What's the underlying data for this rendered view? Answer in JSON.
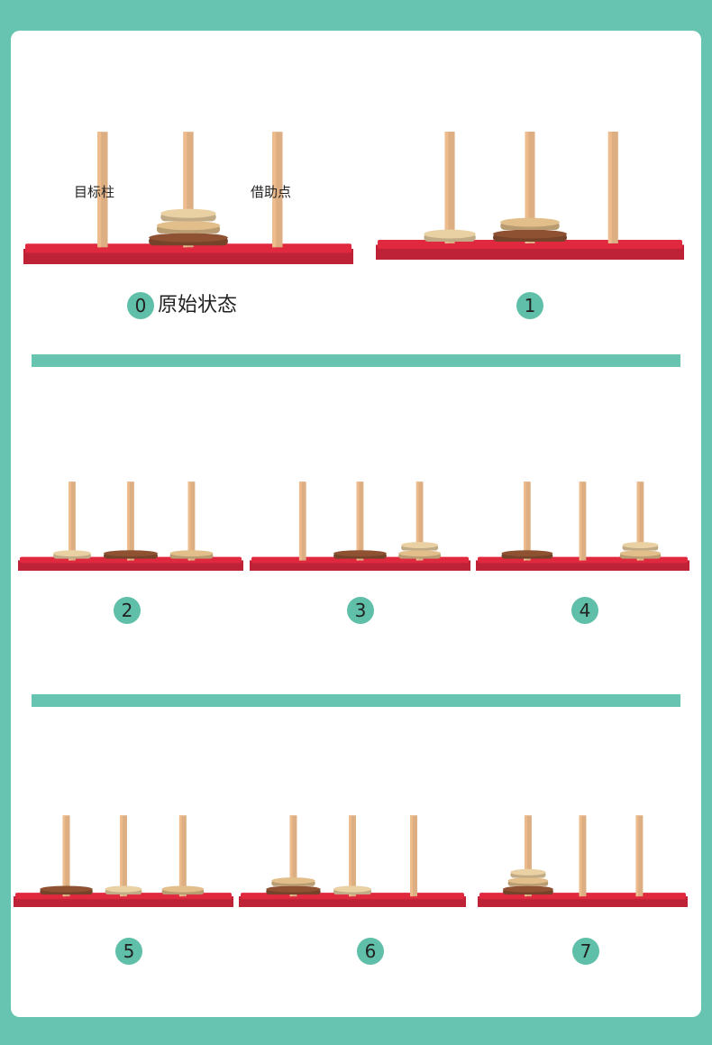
{
  "labels": {
    "target_peg": "目标柱",
    "helper_peg": "借助点",
    "initial_state": "原始状态"
  },
  "colors": {
    "background": "#67c4b0",
    "badge": "#5fbfa8",
    "base": "#e0283f",
    "peg": "#dcae82",
    "disk_small": "#ead1a3",
    "disk_medium": "#e2be8a",
    "disk_large": "#8e5232"
  },
  "steps": [
    {
      "number": "0",
      "pegs": [
        [],
        [
          "large",
          "medium",
          "small"
        ],
        []
      ]
    },
    {
      "number": "1",
      "pegs": [
        [
          "small"
        ],
        [
          "large",
          "medium"
        ],
        []
      ]
    },
    {
      "number": "2",
      "pegs": [
        [
          "small"
        ],
        [
          "large"
        ],
        [
          "medium"
        ]
      ]
    },
    {
      "number": "3",
      "pegs": [
        [],
        [
          "large"
        ],
        [
          "medium",
          "small"
        ]
      ]
    },
    {
      "number": "4",
      "pegs": [
        [
          "large"
        ],
        [],
        [
          "medium",
          "small"
        ]
      ]
    },
    {
      "number": "5",
      "pegs": [
        [
          "large"
        ],
        [
          "small"
        ],
        [
          "medium"
        ]
      ]
    },
    {
      "number": "6",
      "pegs": [
        [
          "large",
          "medium"
        ],
        [
          "small"
        ],
        []
      ]
    },
    {
      "number": "7",
      "pegs": [
        [
          "large",
          "medium",
          "small"
        ],
        [],
        []
      ]
    }
  ]
}
